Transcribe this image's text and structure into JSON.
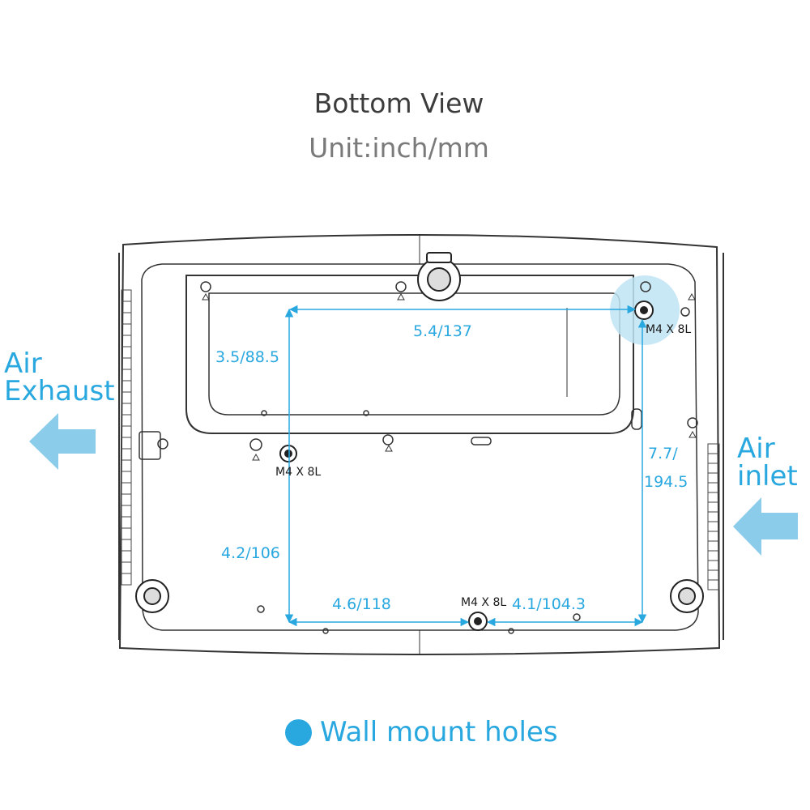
{
  "title": "Bottom View",
  "subtitle": "Unit:inch/mm",
  "labels": {
    "air_exhaust_line1": "Air",
    "air_exhaust_line2": "Exhaust",
    "air_inlet_line1": "Air",
    "air_inlet_line2": "inlet"
  },
  "dimensions": {
    "top_width": "5.4/137",
    "upper_left_height": "3.5/88.5",
    "right_height_line1": "7.7/",
    "right_height_line2": "194.5",
    "lower_left_height": "4.2/106",
    "bottom_left_width": "4.6/118",
    "bottom_right_width": "4.1/104.3"
  },
  "holes": {
    "top_right": "M4 X 8L",
    "left": "M4 X 8L",
    "bottom": "M4 X 8L"
  },
  "legend": {
    "label": "Wall mount holes",
    "color": "#29a8e0"
  },
  "colors": {
    "accent": "#29a8e0",
    "highlight": "#bfe4f5",
    "outline": "#333333"
  }
}
